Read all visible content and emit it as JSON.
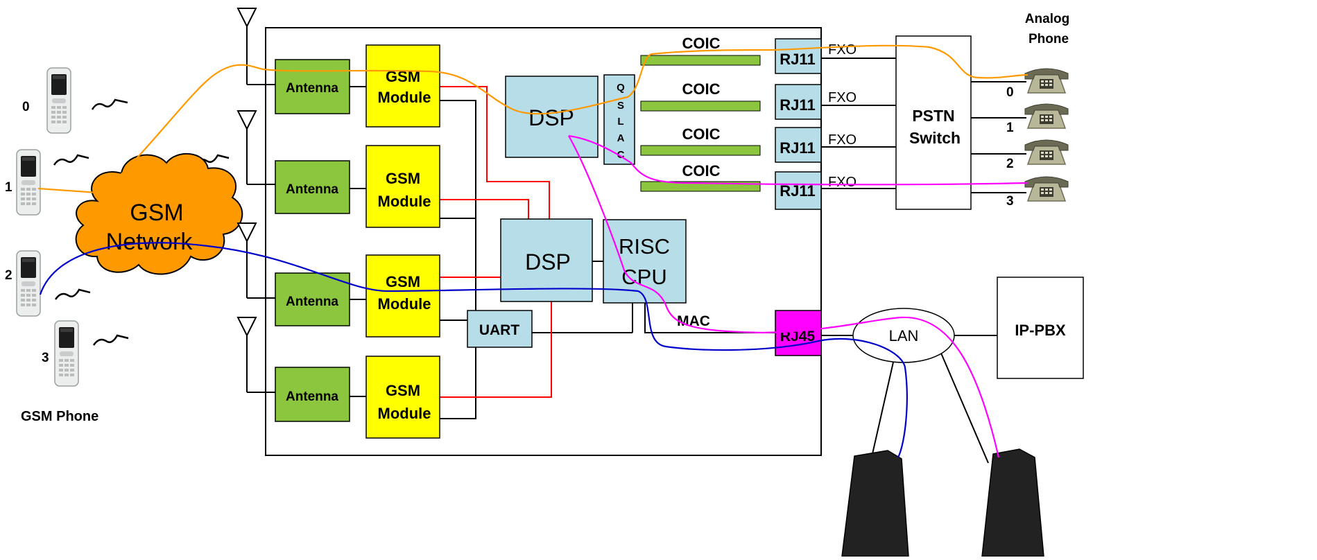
{
  "phones": {
    "caption": "GSM Phone",
    "labels": [
      "0",
      "1",
      "2",
      "3"
    ]
  },
  "network": {
    "line1": "GSM",
    "line2": "Network"
  },
  "gateway": {
    "antenna_label": "Antenna",
    "gsm_module_line1": "GSM",
    "gsm_module_line2": "Module",
    "dsp_label": "DSP",
    "qslac_letters": [
      "Q",
      "S",
      "L",
      "A",
      "C"
    ],
    "coic_label": "COIC",
    "rj11_label": "RJ11",
    "fxo_label": "FXO",
    "risc_line1": "RISC",
    "risc_line2": "CPU",
    "uart_label": "UART",
    "mac_label": "MAC",
    "rj45_label": "RJ45"
  },
  "pstn": {
    "line1": "PSTN",
    "line2": "Switch"
  },
  "analog": {
    "title_line1": "Analog",
    "title_line2": "Phone",
    "labels": [
      "0",
      "1",
      "2",
      "3"
    ]
  },
  "lan": {
    "label": "LAN"
  },
  "ippbx": {
    "label": "IP-PBX"
  },
  "colors": {
    "green": "#8cc63f",
    "yellow": "#ffff00",
    "lightblue": "#b7dde8",
    "orange": "#ff9900",
    "magenta": "#ff00ff",
    "blue": "#0000cc",
    "red": "#ff0000",
    "coic": "#8cc63f"
  }
}
